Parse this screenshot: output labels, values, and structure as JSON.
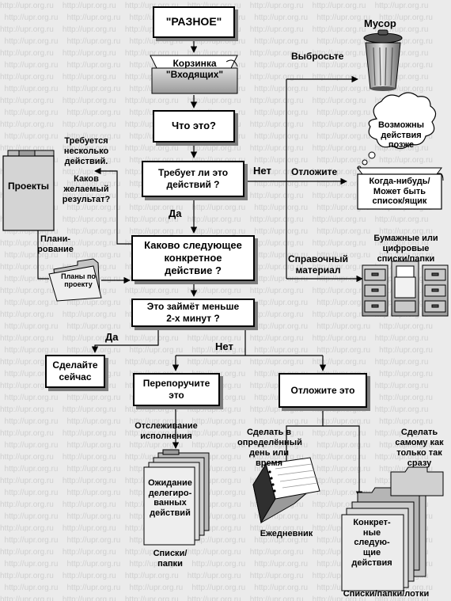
{
  "watermark": "http://upr.org.ru",
  "nodes": {
    "stuff": "\"РАЗНОЕ\"",
    "inbox": "Корзинка\n\"Входящих\"",
    "what": "Что это?",
    "action_q": "Требует ли это\nдействий ?",
    "next_action": "Каково следующее\nконкретное\nдействие ?",
    "two_min": "Это займёт меньше\n2-х минут ?",
    "do_now": "Сделайте\nсейчас",
    "delegate": "Перепоручите\nэто",
    "defer": "Отложите это",
    "projects": "Проекты",
    "project_plans": "Планы по\nпроекту",
    "waiting": "Ожидание\nделегиро-\nванных\nдействий",
    "next_actions_list": "Конкрет-\nные\nследую-\nщие\nдействия",
    "someday": "Когда-нибудь/\nМожет быть\nсписок/ящик",
    "cloud": "Возможны\nдействия\nпозже"
  },
  "labels": {
    "multiple_actions": "Требуется\nнесколько\nдействий.",
    "desired_outcome": "Каков\nжелаемый\nрезультат?",
    "planning": "Плани-\nрование",
    "yes1": "Да",
    "no1": "Нет",
    "trash_title": "Мусор",
    "throw_away": "Выбросьте",
    "incubate": "Отложите",
    "reference_files": "Бумажные или\nцифровые\nсписки/папки",
    "reference": "Справочный\nматериал",
    "yes2": "Да",
    "no2": "Нет",
    "tracking": "Отслеживание\nисполнения",
    "specific_day": "Сделать в\nопределённый\nдень или\nвремя",
    "asap": "Сделать\nсамому как\nтолько так\nсразу",
    "calendar": "Ежедневник",
    "lists_folders": "Списки/папки",
    "lists_folders_trays": "Списки/папки/лотки"
  }
}
